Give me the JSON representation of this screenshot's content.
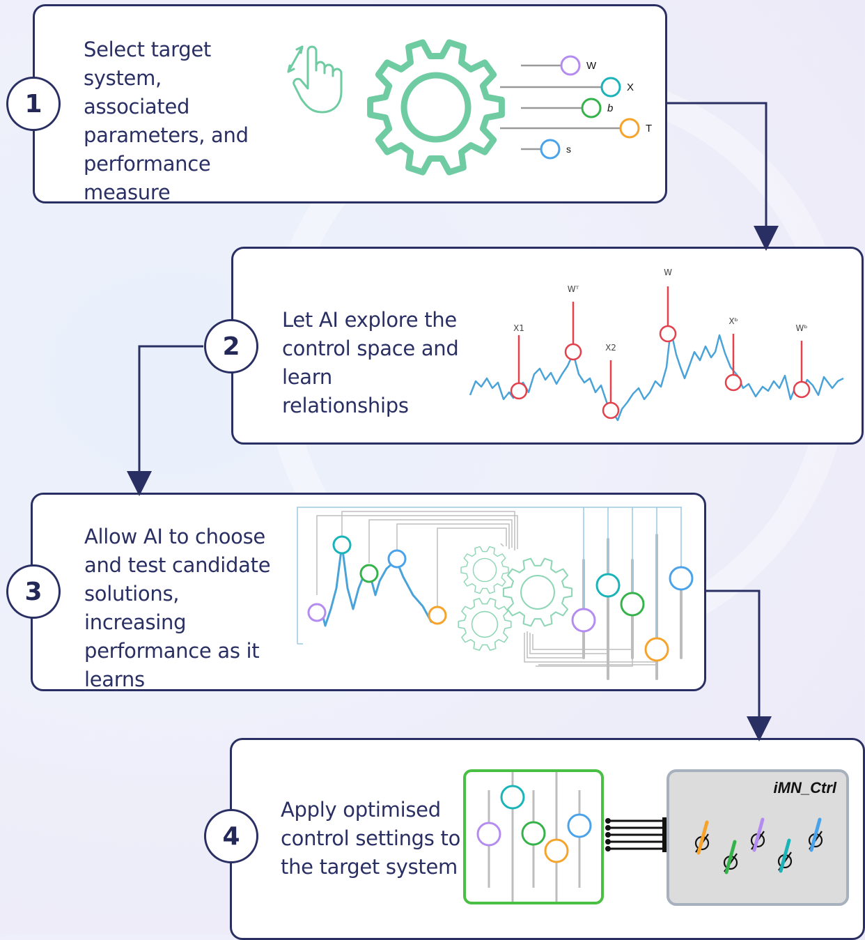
{
  "steps": [
    {
      "number": "1",
      "text": "Select target system, associated parameters, and performance measure"
    },
    {
      "number": "2",
      "text": "Let AI explore the control space and learn relationships"
    },
    {
      "number": "3",
      "text": "Allow AI to choose and test candidate solutions, increasing performance as it learns"
    },
    {
      "number": "4",
      "text": "Apply optimised control settings to the target system"
    }
  ],
  "step1_params": [
    {
      "label": "W",
      "color": "#b48cf0"
    },
    {
      "label": "X",
      "color": "#1ab3b8"
    },
    {
      "label": "b",
      "color": "#35b34a"
    },
    {
      "label": "T",
      "color": "#f5a32a"
    },
    {
      "label": "s",
      "color": "#4aa3ea"
    }
  ],
  "step2_markers": [
    "X1",
    "Wᵀ",
    "X2",
    "W",
    "Xᵇ",
    "Wᵇ"
  ],
  "step4_module_label": "iMN_Ctrl",
  "colors": {
    "navy": "#2a2f63",
    "gear": "#6fcba2",
    "wave": "#4aa3d8",
    "marker": "#e2404a",
    "purple": "#b48cf0",
    "teal": "#1ab3b8",
    "green": "#35b34a",
    "orange": "#f5a32a",
    "blue": "#4aa3ea"
  }
}
